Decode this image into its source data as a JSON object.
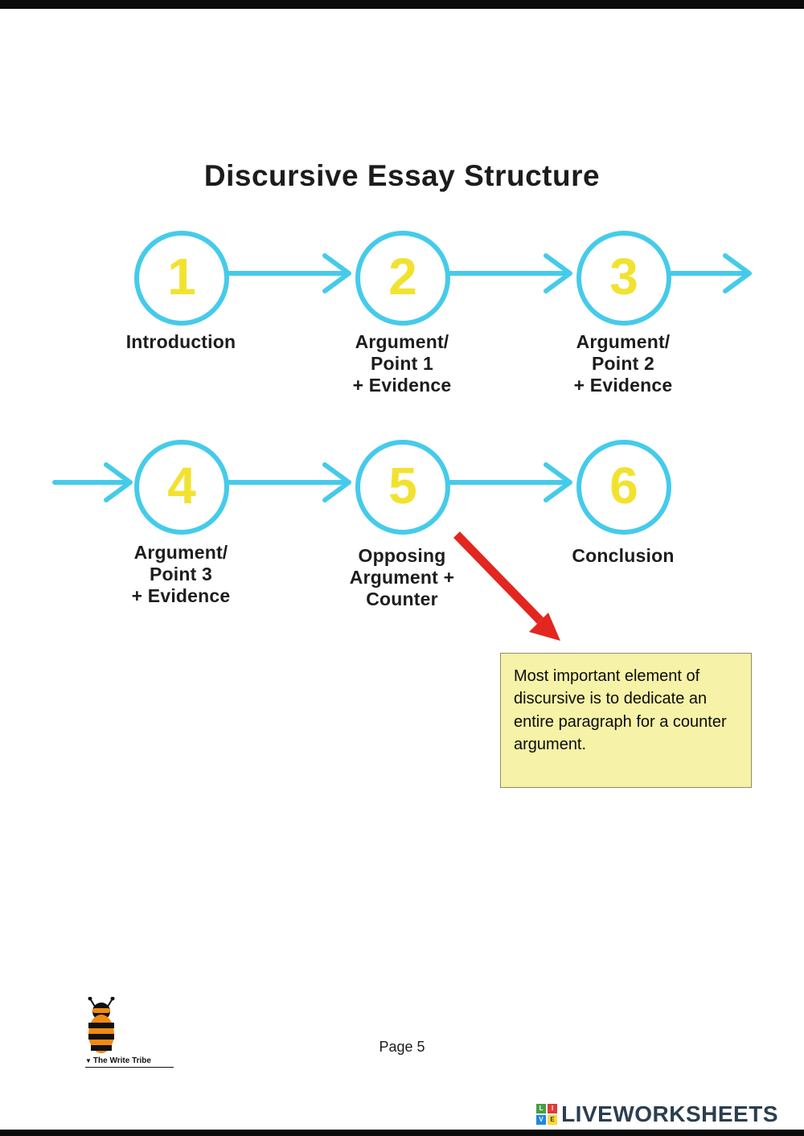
{
  "page": {
    "title": "Discursive Essay Structure",
    "page_number_label": "Page 5"
  },
  "diagram": {
    "steps": [
      {
        "number": "1",
        "lines": [
          "Introduction"
        ]
      },
      {
        "number": "2",
        "lines": [
          "Argument/",
          "Point 1",
          "+ Evidence"
        ]
      },
      {
        "number": "3",
        "lines": [
          "Argument/",
          "Point 2",
          "+ Evidence"
        ]
      },
      {
        "number": "4",
        "lines": [
          "Argument/",
          "Point 3",
          "+ Evidence"
        ]
      },
      {
        "number": "5",
        "lines": [
          "Opposing",
          "Argument +",
          "Counter"
        ]
      },
      {
        "number": "6",
        "lines": [
          "Conclusion"
        ]
      }
    ],
    "colors": {
      "circle_stroke": "#45CBEA",
      "number_fill": "#F2E230",
      "arrow": "#45CBEA",
      "callout_arrow": "#E3261F"
    }
  },
  "note": {
    "text": "Most important element of discursive is to dedicate an entire paragraph for a counter argument.",
    "background": "#F6F2A7"
  },
  "footer": {
    "brand": "The Write Tribe",
    "watermark": "LIVEWORKSHEETS",
    "watermark_letters": [
      "L",
      "I",
      "V",
      "E"
    ]
  }
}
